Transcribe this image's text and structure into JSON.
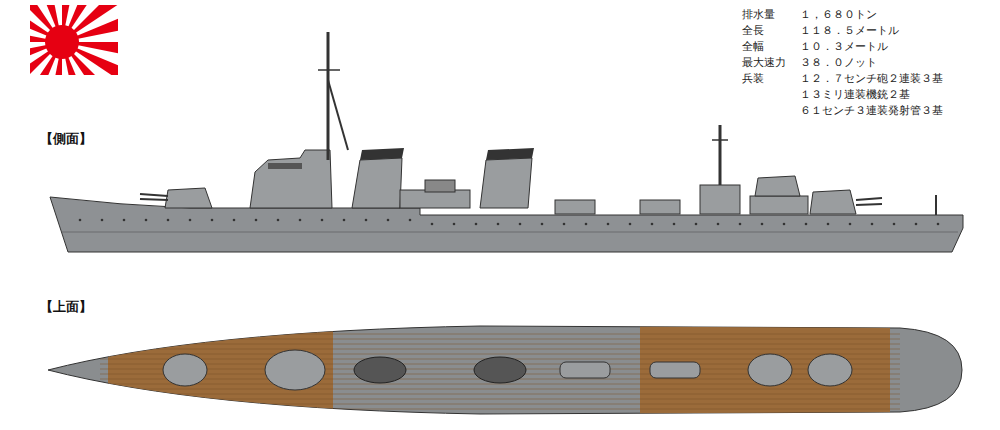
{
  "diagram": {
    "labels": [
      "排水量",
      "１，６８０トン",
      "全長",
      "１１８．５メートル",
      "全幅",
      "１０．３メートル",
      "最大速力",
      "３８．０ノット",
      "兵装",
      "１２．７センチ砲２連装３基",
      "１３ミリ連装機銃２基",
      "６１センチ３連装発射管３基",
      "【側面】",
      "【上面】"
    ]
  }
}
